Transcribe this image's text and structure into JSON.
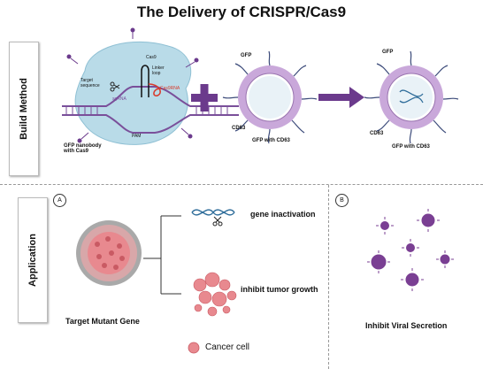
{
  "title": "The Delivery of CRISPR/Cas9",
  "sections": {
    "build_method_label": "Build Method",
    "application_label": "Application"
  },
  "build": {
    "cas9_labels": {
      "cas9": "Cas9",
      "linker_loop": "Linker loop",
      "target_sequence": "Target sequence",
      "sgrna": "sgRNA",
      "cas9rna": "Cas9RNA",
      "pam": "PAM",
      "gfp_nanobody": "GFP nanobody with Cas9"
    },
    "exosome1": {
      "gfp": "GFP",
      "cd63": "CD63",
      "caption": "GFP with CD63"
    },
    "exosome2": {
      "gfp": "GFP",
      "cd63": "CD63",
      "caption": "GFP with CD63"
    }
  },
  "application": {
    "panel_a": "A",
    "panel_b": "B",
    "gene_inactivation": "gene inactivation",
    "inhibit_tumor": "inhibit tumor growth",
    "target_gene": "Target Mutant Gene",
    "cancer_cell_legend": "Cancer cell",
    "inhibit_viral": "Inhibit Viral Secretion"
  },
  "colors": {
    "purple": "#6b3a8c",
    "light_blue": "#b9dbe8",
    "membrane": "#c9a8da",
    "pink": "#e8898f",
    "red": "#d93a2b"
  }
}
